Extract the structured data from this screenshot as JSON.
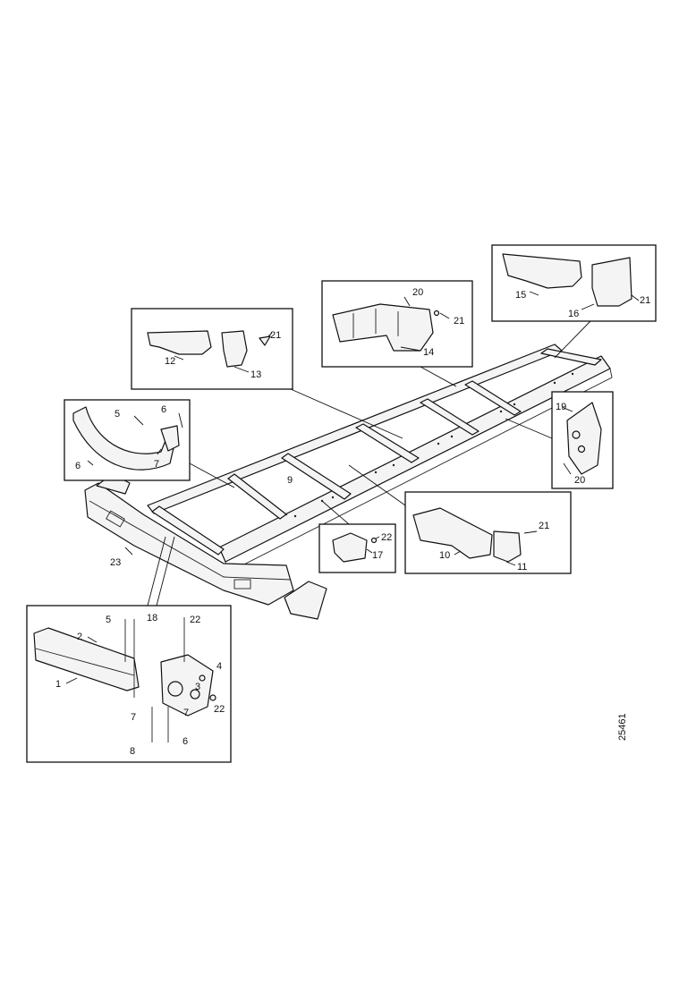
{
  "callouts": {
    "c1": "1",
    "c2": "2",
    "c3": "3",
    "c4": "4",
    "c5a": "5",
    "c5b": "5",
    "c6a": "6",
    "c6b": "6",
    "c6c": "6",
    "c7a": "7",
    "c7b": "7",
    "c7c": "7",
    "c8": "8",
    "c9": "9",
    "c10": "10",
    "c11": "11",
    "c12": "12",
    "c13": "13",
    "c14": "14",
    "c15": "15",
    "c16": "16",
    "c17": "17",
    "c18": "18",
    "c19": "19",
    "c20a": "20",
    "c20b": "20",
    "c21a": "21",
    "c21b": "21",
    "c21c": "21",
    "c21d": "21",
    "c22a": "22",
    "c22b": "22",
    "c22c": "22",
    "c23": "23"
  },
  "figure_number": "25461"
}
